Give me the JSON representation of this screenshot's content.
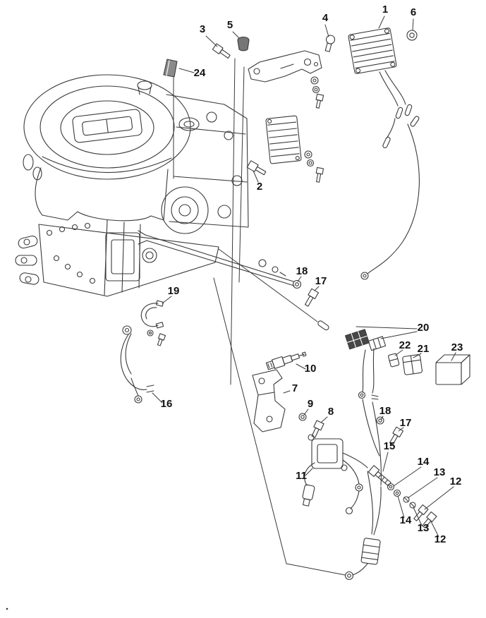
{
  "figure": {
    "kind": "exploded-parts-diagram",
    "background": "#ffffff",
    "line_color": "#3a3a3a",
    "label_color": "#111111",
    "callouts": [
      {
        "label": "3"
      },
      {
        "label": "5"
      },
      {
        "label": "4"
      },
      {
        "label": "1"
      },
      {
        "label": "6"
      },
      {
        "label": "24"
      },
      {
        "label": "2"
      },
      {
        "label": "18"
      },
      {
        "label": "17"
      },
      {
        "label": "19"
      },
      {
        "label": "10"
      },
      {
        "label": "7"
      },
      {
        "label": "16"
      },
      {
        "label": "9"
      },
      {
        "label": "8"
      },
      {
        "label": "20"
      },
      {
        "label": "22"
      },
      {
        "label": "21"
      },
      {
        "label": "23"
      },
      {
        "label": "18"
      },
      {
        "label": "17"
      },
      {
        "label": "11"
      },
      {
        "label": "15"
      },
      {
        "label": "14"
      },
      {
        "label": "13"
      },
      {
        "label": "12"
      },
      {
        "label": "14"
      },
      {
        "label": "13"
      },
      {
        "label": "12"
      }
    ]
  }
}
